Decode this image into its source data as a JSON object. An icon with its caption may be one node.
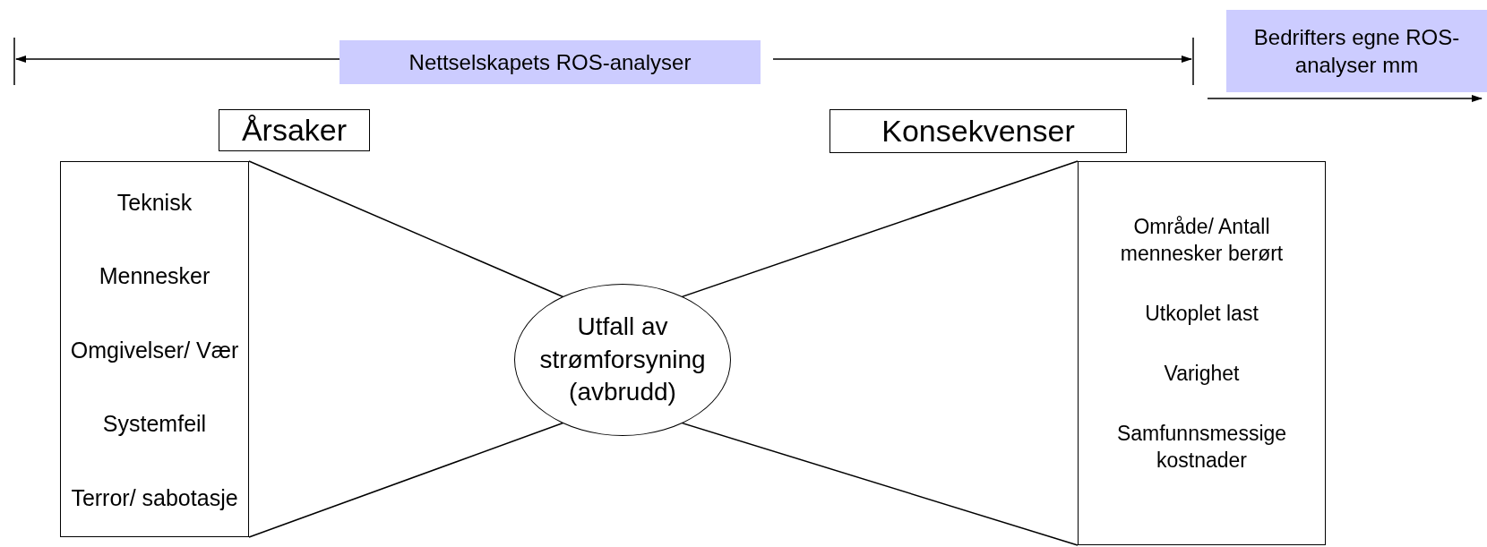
{
  "diagram": {
    "nodes": [
      {
        "text": [
          "Nettselskapets ROS-analyser"
        ]
      },
      {
        "text": [
          "Bedrifters egne ROS-analyser mm"
        ]
      },
      {
        "text": [
          "Årsaker"
        ]
      },
      {
        "text": [
          "Teknisk",
          "Mennesker",
          "Omgivelser/ Vær",
          "Systemfeil",
          "Terror/ sabotasje"
        ]
      },
      {
        "text": [
          "Utfall av strømforsyning (avbrudd)"
        ]
      },
      {
        "text": [
          "Konsekvenser"
        ]
      },
      {
        "text": [
          "Område/ Antall mennesker berørt",
          "Utkoplet last",
          "Varighet",
          "Samfunnsmessige kostnader"
        ]
      }
    ],
    "edges": [
      {
        "from": 3,
        "to": 4,
        "arrow": "none"
      },
      {
        "from": 3,
        "to": 4,
        "arrow": "none"
      },
      {
        "from": 4,
        "to": 6,
        "arrow": "none"
      },
      {
        "from": 4,
        "to": 6,
        "arrow": "none"
      }
    ]
  }
}
